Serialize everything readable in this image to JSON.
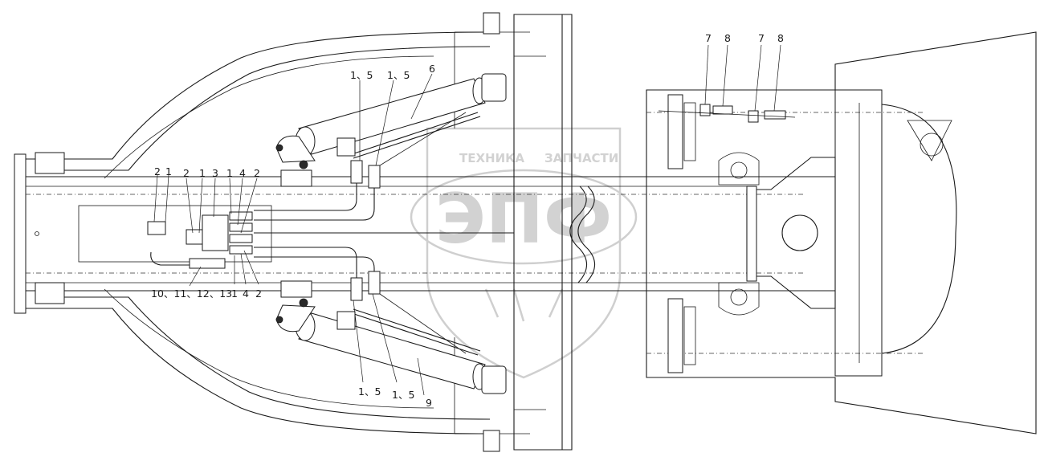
{
  "watermark": {
    "top_text_left": "ТЕХНИКА",
    "top_text_right": "ЗАПЧАСТИ",
    "main_text": "ЭПФ"
  },
  "callouts": {
    "top_hose_a": "1、5",
    "top_hose_b": "1、5",
    "top_cylinder": "6",
    "bottom_hose_a": "1、5",
    "bottom_hose_b": "1、5",
    "bottom_cylinder": "9",
    "valve_top": [
      "2",
      "1",
      "2",
      "1",
      "3",
      "1",
      "4",
      "2"
    ],
    "valve_bottom": [
      "10、11、12、13",
      "1",
      "4",
      "2"
    ],
    "right_fittings": [
      "7",
      "8",
      "7",
      "8"
    ]
  }
}
